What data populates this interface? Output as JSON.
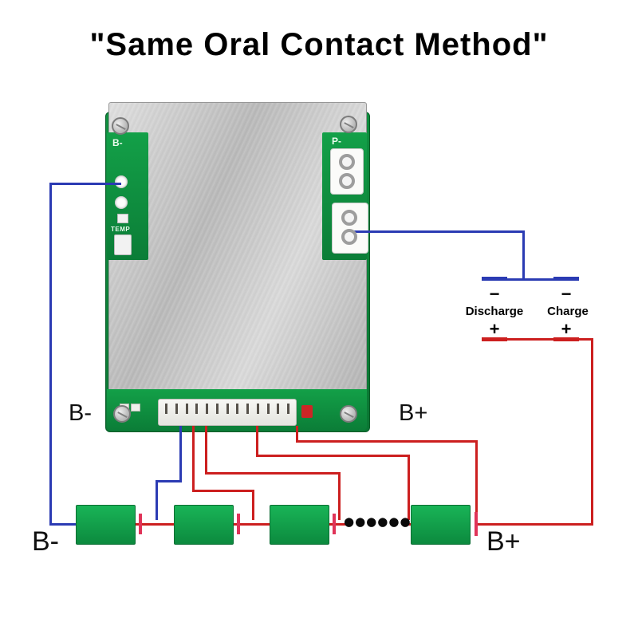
{
  "title": "\"Same Oral Contact Method\"",
  "colors": {
    "wire_blue": "#2b3bb3",
    "wire_red": "#cc1f1f",
    "pcb_green": "#0f8f3f",
    "cell_green": "#12a04a",
    "terminal_pink": "#e03358"
  },
  "board": {
    "marking_b": "B-",
    "marking_p": "P-",
    "marking_temp": "TEMP",
    "label_b_minus": "B-",
    "label_b_plus": "B+"
  },
  "terminals": {
    "discharge": {
      "minus": "−",
      "label": "Discharge",
      "plus": "+"
    },
    "charge": {
      "minus": "−",
      "label": "Charge",
      "plus": "+"
    }
  },
  "pack": {
    "label_b_minus": "B-",
    "label_b_plus": "B+",
    "dots": "●●●●●●"
  }
}
